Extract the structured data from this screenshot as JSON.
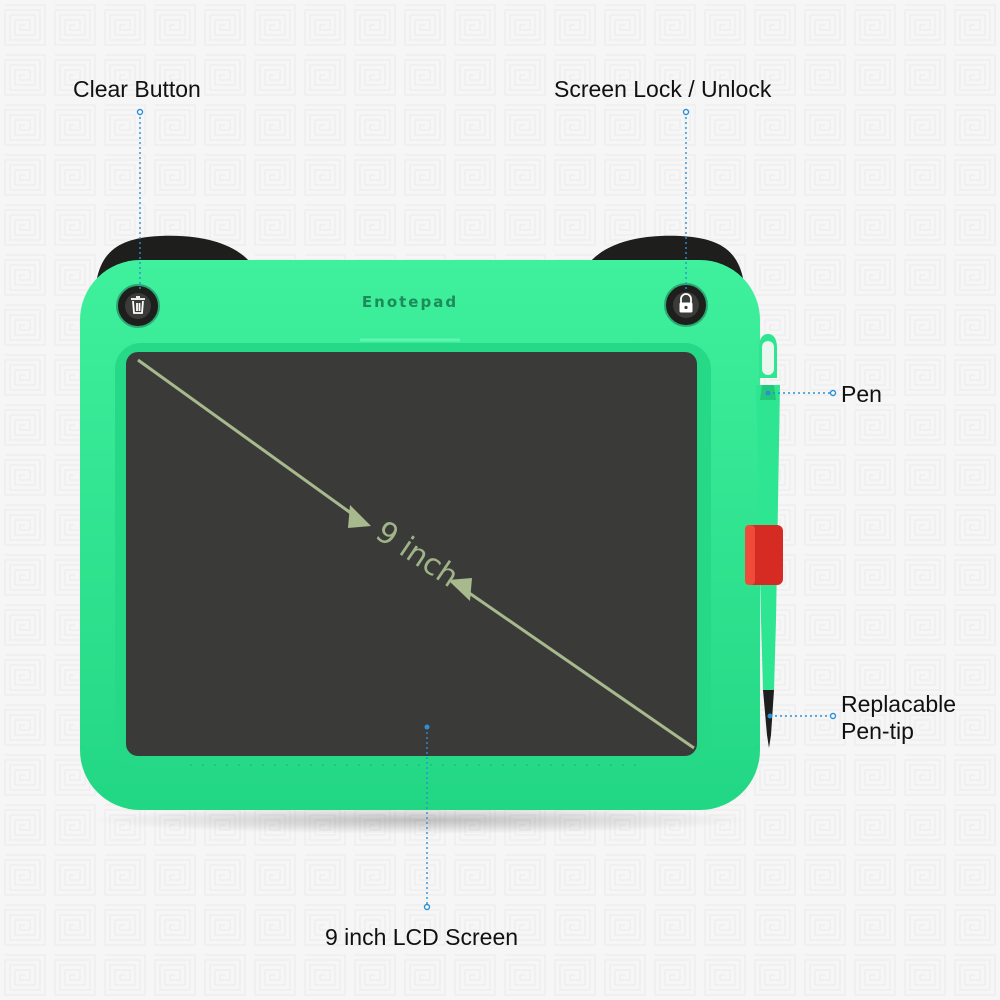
{
  "labels": {
    "clear_button": "Clear Button",
    "screen_lock": "Screen Lock / Unlock",
    "pen": "Pen",
    "pen_tip": "Replacable\nPen-tip",
    "lcd_screen": "9 inch LCD Screen"
  },
  "brand": "Enotepad",
  "screen_size": "9 inch",
  "colors": {
    "body": "#2eea91",
    "screen": "#3a3b38",
    "ears": "#1e1f1d",
    "pen_band": "#d62b22",
    "callout": "#2b8fd6",
    "diagonal": "#a9b98e"
  },
  "icons": {
    "clear": "trash-icon",
    "lock": "lock-icon"
  }
}
